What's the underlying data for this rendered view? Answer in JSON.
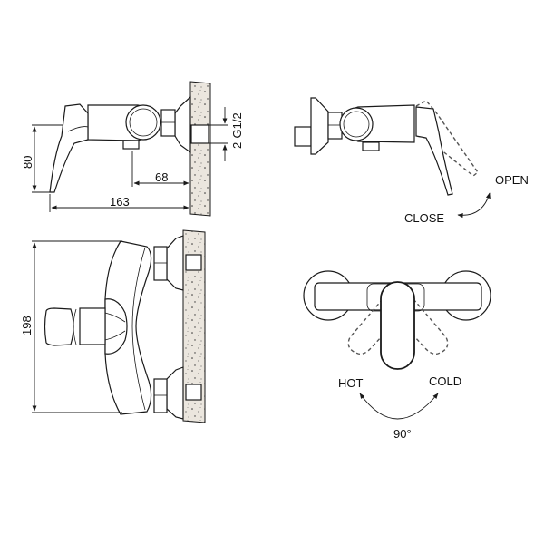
{
  "diagram": {
    "type": "technical-drawing",
    "subject": "wall-mounted single-lever shower mixer",
    "colors": {
      "line": "#1a1a1a",
      "wall": "#ebe6de",
      "dashed": "#555555",
      "background": "#ffffff"
    }
  },
  "side_view": {
    "dimensions": {
      "height": "80",
      "inlet_to_wall": "68",
      "overall_depth": "163",
      "connection": "2-G1/2"
    }
  },
  "operation_view": {
    "labels": {
      "open": "OPEN",
      "close": "CLOSE"
    }
  },
  "front_view": {
    "dimensions": {
      "width": "198"
    }
  },
  "temperature_view": {
    "labels": {
      "hot": "HOT",
      "cold": "COLD",
      "angle": "90°"
    }
  }
}
